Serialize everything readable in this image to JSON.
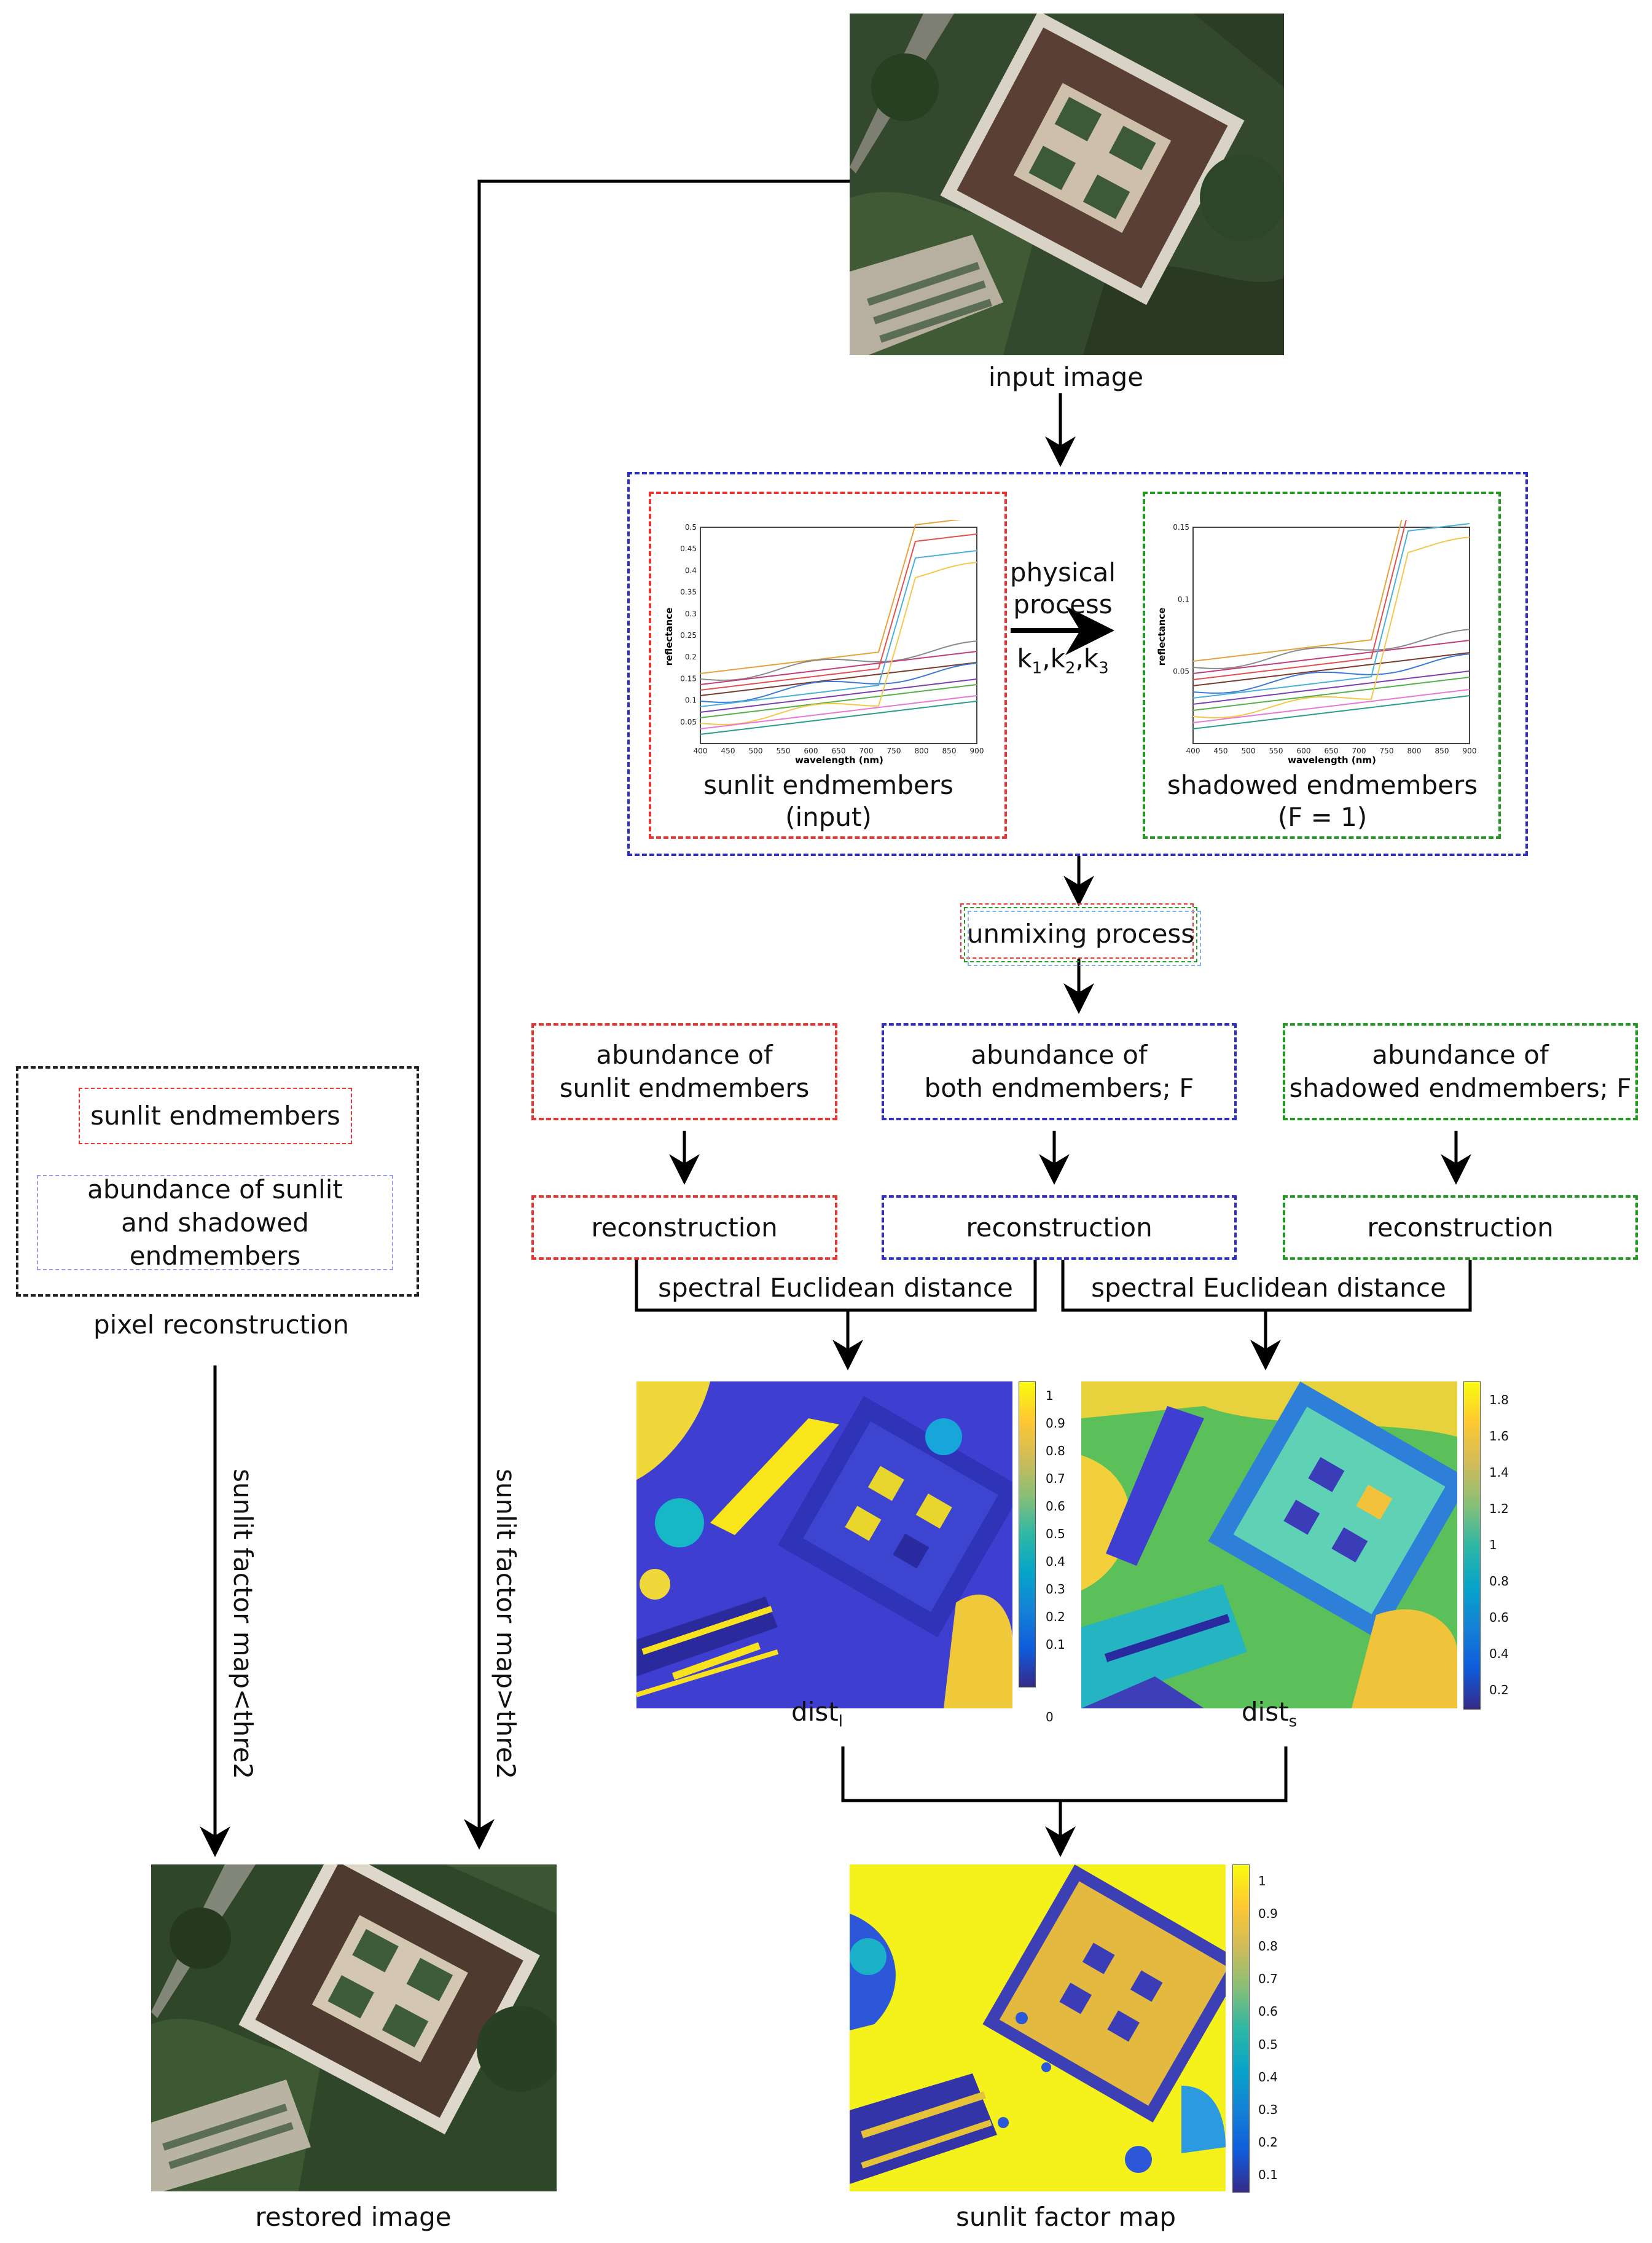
{
  "input_image": {
    "caption": "input image"
  },
  "endmember_block": {
    "sunlit_plot": {
      "ylabel": "reflectance",
      "xlabel": "wavelength (nm)",
      "xticks": [
        "400",
        "450",
        "500",
        "550",
        "600",
        "650",
        "700",
        "750",
        "800",
        "850",
        "900"
      ],
      "yticks": [
        "0.05",
        "0.1",
        "0.15",
        "0.2",
        "0.25",
        "0.3",
        "0.35",
        "0.4",
        "0.45",
        "0.5"
      ]
    },
    "sunlit_caption_1": "sunlit endmembers",
    "sunlit_caption_2": "(input)",
    "arrow_label_1": "physical",
    "arrow_label_2": "process",
    "arrow_params": "k",
    "params_sub": [
      "1",
      "2",
      "3"
    ],
    "shadowed_plot": {
      "ylabel": "reflectance",
      "xlabel": "wavelength (nm)",
      "xticks": [
        "400",
        "450",
        "500",
        "550",
        "600",
        "650",
        "700",
        "750",
        "800",
        "850",
        "900"
      ],
      "yticks": [
        "0.05",
        "0.1",
        "0.15"
      ]
    },
    "shadowed_caption_1": "shadowed endmembers",
    "shadowed_caption_2": "(F = 1)"
  },
  "unmixing": {
    "label": "unmixing process"
  },
  "abundance": {
    "sunlit_1": "abundance of",
    "sunlit_2": "sunlit endmembers",
    "both_1": "abundance of",
    "both_2": "both endmembers; F",
    "shadowed_1": "abundance of",
    "shadowed_2": "shadowed endmembers; F"
  },
  "reconstruction": {
    "left": "reconstruction",
    "middle": "reconstruction",
    "right": "reconstruction"
  },
  "distance": {
    "left": "spectral Euclidean distance",
    "right": "spectral Euclidean distance"
  },
  "maps": {
    "dist_l_base": "dist",
    "dist_l_sub": "l",
    "dist_s_base": "dist",
    "dist_s_sub": "s",
    "cb1_ticks": [
      "1",
      "0.9",
      "0.8",
      "0.7",
      "0.6",
      "0.5",
      "0.4",
      "0.3",
      "0.2",
      "0.1",
      "0"
    ],
    "cb2_ticks": [
      "1.8",
      "1.6",
      "1.4",
      "1.2",
      "1",
      "0.8",
      "0.6",
      "0.4",
      "0.2"
    ],
    "cb3_ticks": [
      "1",
      "0.9",
      "0.8",
      "0.7",
      "0.6",
      "0.5",
      "0.4",
      "0.3",
      "0.2",
      "0.1"
    ],
    "sunlit_factor_caption": "sunlit factor map"
  },
  "legend": {
    "item1": "sunlit endmembers",
    "item2_1": "abundance of sunlit",
    "item2_2": "and shadowed endmembers",
    "caption": "pixel reconstruction"
  },
  "side": {
    "left_arrow_label": "sunlit factor map<thre2",
    "right_arrow_label": "sunlit factor map>thre2",
    "restored_caption": "restored image"
  },
  "colors": {
    "red": "#e8332e",
    "blue": "#2d2ec8",
    "green": "#1f9a1f",
    "parula_low": "#352a87",
    "parula_mid": "#15b2d3",
    "parula_high": "#f9fb0e"
  }
}
